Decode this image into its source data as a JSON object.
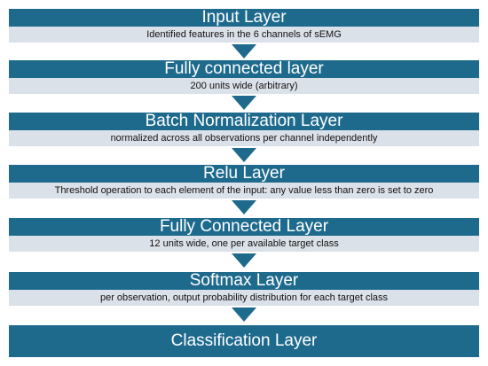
{
  "layers": [
    {
      "title": "Input Layer",
      "desc": "Identified features in the 6 channels of sEMG"
    },
    {
      "title": "Fully connected layer",
      "desc": "200 units wide (arbitrary)"
    },
    {
      "title": "Batch Normalization Layer",
      "desc": "normalized across all observations per channel independently"
    },
    {
      "title": "Relu Layer",
      "desc": "Threshold operation to each element of the input: any value less than zero is set to zero"
    },
    {
      "title": "Fully Connected Layer",
      "desc": "12 units wide, one per available target class"
    },
    {
      "title": "Softmax Layer",
      "desc": "per observation, output probability distribution for each target class"
    },
    {
      "title": "Classification Layer"
    }
  ],
  "colors": {
    "title_bg": "#1e6a8d",
    "desc_bg": "#dbe1e8",
    "arrow": "#1e6a8d"
  }
}
